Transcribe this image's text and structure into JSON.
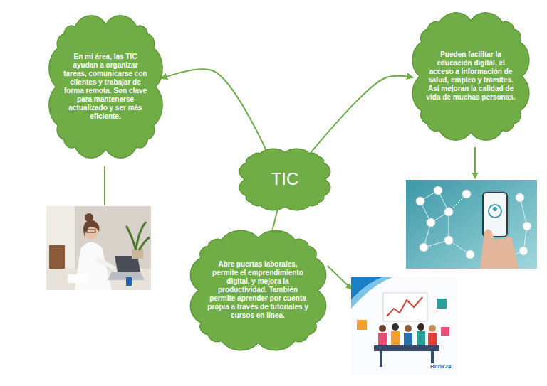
{
  "diagram": {
    "nodes": [
      {
        "text": [
          "En mi área, las TIC ayudan a organizar tareas, comunicarse con clientes y trabajar de forma remota. Son clave para mantenerse actualizado y ser más eficiente."
        ]
      },
      {
        "text": [
          "Pueden facilitar la educación digital, el acceso a información de salud, empleo y trámites. Así mejoran la calidad de vida de muchas personas."
        ]
      },
      {
        "text": [
          "TIC"
        ]
      },
      {
        "text": [
          "Abre puertas laborales, permite el emprendimiento digital, y mejora la productividad. También permite aprender por cuenta propia a través de tutoriales y cursos en línea."
        ]
      }
    ],
    "edges": [
      {
        "from": 2,
        "to": 0,
        "arrow": "to"
      },
      {
        "from": 2,
        "to": 1,
        "arrow": "to"
      },
      {
        "from": 2,
        "to": 3,
        "arrow": "none"
      }
    ],
    "labels": [
      "Bitrix24"
    ]
  }
}
